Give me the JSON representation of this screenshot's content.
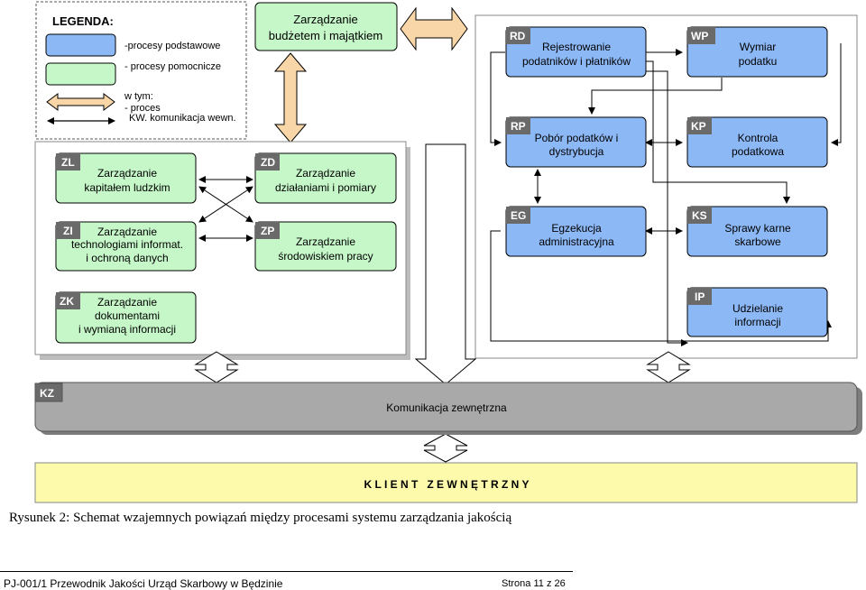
{
  "legend": {
    "title": "LEGENDA:",
    "basic": "-procesy podstawowe",
    "support": "- procesy pomocnicze",
    "arrow_lines": [
      "w tym:",
      "- proces",
      "KW. komunikacja wewn."
    ]
  },
  "top_process": {
    "lines": [
      "Zarządzanie",
      "budżetem i majątkiem"
    ]
  },
  "support_processes": [
    {
      "code": "ZL",
      "lines": [
        "Zarządzanie",
        "kapitałem ludzkim"
      ]
    },
    {
      "code": "ZD",
      "lines": [
        "Zarządzanie",
        "działaniami i pomiary"
      ]
    },
    {
      "code": "ZI",
      "lines": [
        "Zarządzanie",
        "technologiami informat.",
        "i ochroną danych"
      ]
    },
    {
      "code": "ZP",
      "lines": [
        "Zarządzanie",
        "środowiskiem pracy"
      ]
    },
    {
      "code": "ZK",
      "lines": [
        "Zarządzanie",
        "dokumentami",
        "i wymianą informacji"
      ]
    }
  ],
  "core_processes": [
    {
      "code": "RD",
      "lines": [
        "Rejestrowanie",
        "podatników i płatników"
      ]
    },
    {
      "code": "WP",
      "lines": [
        "Wymiar",
        "podatku"
      ]
    },
    {
      "code": "RP",
      "lines": [
        "Pobór podatków i",
        "dystrybucja"
      ]
    },
    {
      "code": "KP",
      "lines": [
        "Kontrola",
        "podatkowa"
      ]
    },
    {
      "code": "EG",
      "lines": [
        "Egzekucja",
        "administracyjna"
      ]
    },
    {
      "code": "KS",
      "lines": [
        "Sprawy karne",
        "skarbowe"
      ]
    },
    {
      "code": "IP",
      "lines": [
        "Udzielanie",
        "informacji"
      ]
    }
  ],
  "external_comm": {
    "code": "KZ",
    "label": "Komunikacja zewnętrzna"
  },
  "client": {
    "label": "K L I E N T   Z E W N Ę T R Z N Y"
  },
  "caption": "Rysunek 2: Schemat wzajemnych powiązań między procesami systemu zarządzania jakością",
  "footer": {
    "left": "PJ-001/1 Przewodnik Jakości Urząd Skarbowy w Będzinie",
    "right": "Strona 11 z 26"
  },
  "colors": {
    "core": "#8db8f6",
    "support": "#c6f7c8",
    "orange": "#f9d6a8",
    "client": "#fdfbab",
    "code_tag": "#6a6a6a",
    "kz_bar": "#a9a9a9"
  }
}
